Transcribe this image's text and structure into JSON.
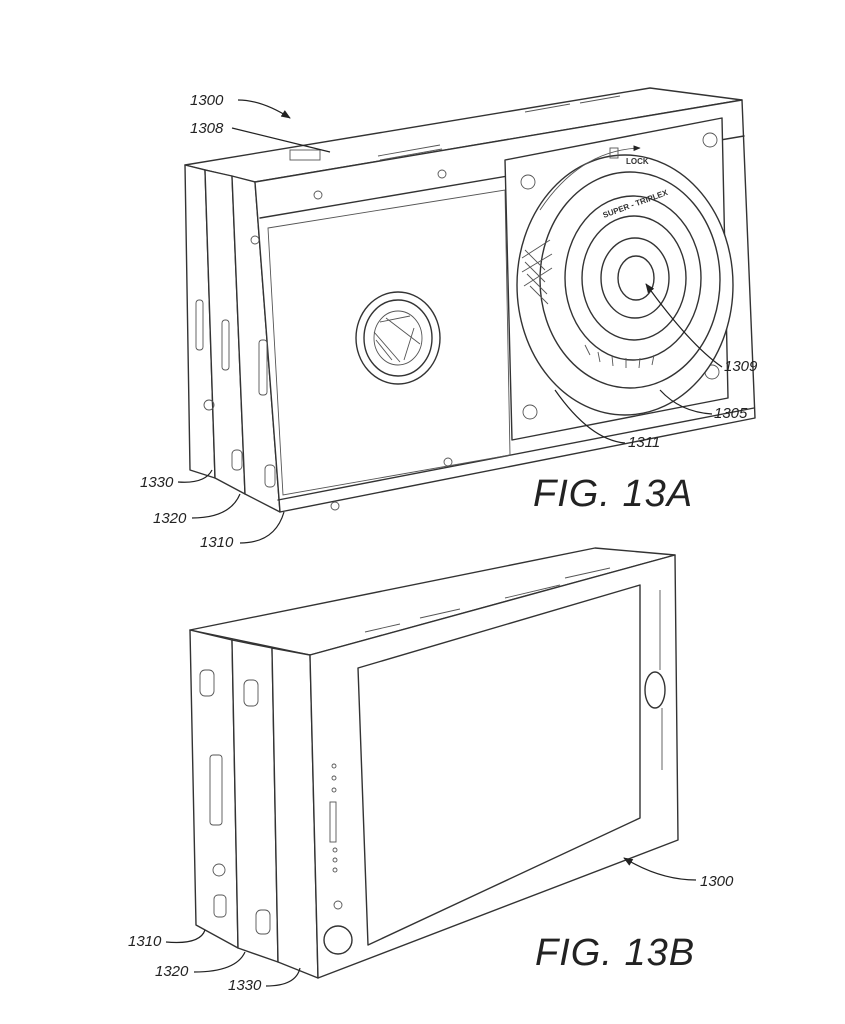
{
  "figure_a": {
    "caption": "FIG. 13A",
    "refs": {
      "r1300": "1300",
      "r1308": "1308",
      "r1309": "1309",
      "r1305": "1305",
      "r1311": "1311",
      "r1330": "1330",
      "r1320": "1320",
      "r1310": "1310"
    },
    "lens_texts": {
      "lock": "LOCK",
      "super": "SUPER - TRIPLEX"
    }
  },
  "figure_b": {
    "caption": "FIG. 13B",
    "refs": {
      "r1300": "1300",
      "r1310": "1310",
      "r1320": "1320",
      "r1330": "1330"
    }
  }
}
